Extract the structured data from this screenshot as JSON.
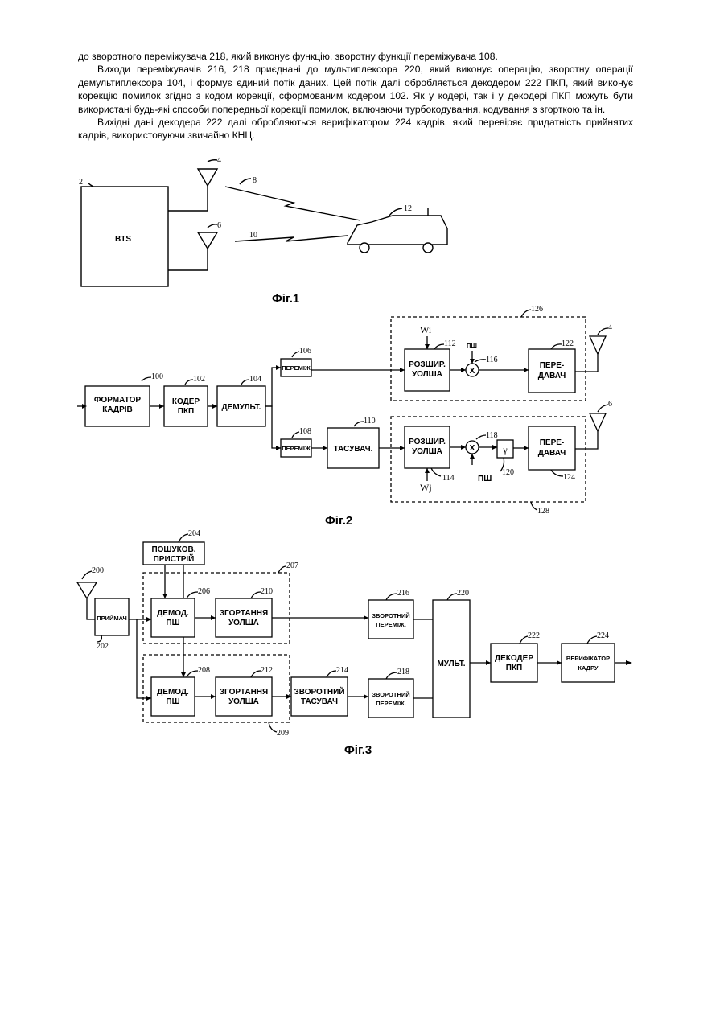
{
  "paragraphs": [
    "до зворотного переміжувача 218, який виконує функцію, зворотну функції переміжувача 108.",
    "Виходи переміжувачів 216, 218 приєднані до мультиплексора 220, який виконує операцію, зворотну операції демультиплексора 104, і формує єдиний потік даних. Цей потік далі обробляється декодером 222 ПКП, який виконує корекцію помилок згідно з кодом корекції, сформованим кодером 102. Як у кодері, так і у декодері ПКП можуть бути використані будь-які способи попередньої корекції помилок, включаючи турбокодування, кодування з згорткою та ін.",
    "Вихідні дані декодера 222 далі обробляються верифікатором 224 кадрів, який перевіряє придатність прийнятих кадрів, використовуючи звичайно КНЦ."
  ],
  "fig1": {
    "caption": "Фіг.1",
    "bts": "BTS",
    "n2": "2",
    "n4": "4",
    "n6": "6",
    "n8": "8",
    "n10": "10",
    "n12": "12"
  },
  "fig2": {
    "caption": "Фіг.2",
    "formatter": [
      "ФОРМАТОР",
      "КАДРІВ"
    ],
    "encoder": [
      "КОДЕР",
      "ПКП"
    ],
    "demux": "ДЕМУЛЬТ.",
    "interleaver1": "ПЕРЕМІЖ",
    "interleaver2": "ПЕРЕМІЖ",
    "shuffler": "ТАСУВАЧ.",
    "spreader1": [
      "РОЗШИР.",
      "УОЛША"
    ],
    "spreader2": [
      "РОЗШИР.",
      "УОЛША"
    ],
    "transmitter1": [
      "ПЕРЕ-",
      "ДАВАЧ"
    ],
    "transmitter2": [
      "ПЕРЕ-",
      "ДАВАЧ"
    ],
    "pn1": "ПШ",
    "pn2": "ПШ",
    "wi": "Wi",
    "wj": "Wj",
    "mult": "X",
    "gamma": "γ",
    "n100": "100",
    "n102": "102",
    "n104": "104",
    "n106": "106",
    "n108": "108",
    "n110": "110",
    "n112": "112",
    "n114": "114",
    "n116": "116",
    "n118": "118",
    "n120": "120",
    "n122": "122",
    "n124": "124",
    "n126": "126",
    "n128": "128",
    "n4": "4",
    "n6": "6"
  },
  "fig3": {
    "caption": "Фіг.3",
    "search": [
      "ПОШУКОВ.",
      "ПРИСТРІЙ"
    ],
    "receiver": "ПРИЙМАЧ",
    "demod1": [
      "ДЕМОД.",
      "ПШ"
    ],
    "demod2": [
      "ДЕМОД.",
      "ПШ"
    ],
    "fold1": [
      "ЗГОРТАННЯ",
      "УОЛША"
    ],
    "fold2": [
      "ЗГОРТАННЯ",
      "УОЛША"
    ],
    "deshuffler": [
      "ЗВОРОТНИЙ",
      "ТАСУВАЧ"
    ],
    "deinter1": [
      "ЗВОРОТНИЙ",
      "ПЕРЕМІЖ."
    ],
    "deinter2": [
      "ЗВОРОТНИЙ",
      "ПЕРЕМІЖ."
    ],
    "mux": "МУЛЬТ.",
    "decoder": [
      "ДЕКОДЕР",
      "ПКП"
    ],
    "verifier": [
      "ВЕРИФІКАТОР",
      "КАДРУ"
    ],
    "n200": "200",
    "n202": "202",
    "n204": "204",
    "n206": "206",
    "n207": "207",
    "n208": "208",
    "n209": "209",
    "n210": "210",
    "n212": "212",
    "n214": "214",
    "n216": "216",
    "n218": "218",
    "n220": "220",
    "n222": "222",
    "n224": "224"
  }
}
